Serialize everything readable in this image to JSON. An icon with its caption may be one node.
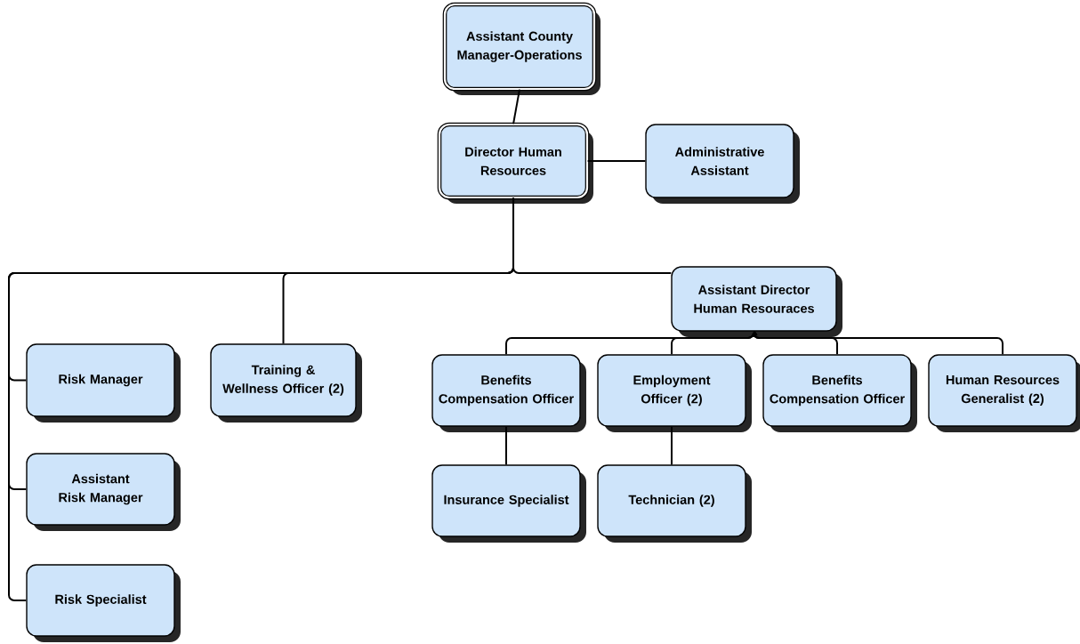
{
  "diagram": {
    "nodes": [
      {
        "text": [
          "Assistant County Manager-Operations"
        ]
      },
      {
        "text": [
          "Director Human Resources"
        ]
      },
      {
        "text": [
          "Administrative Assistant"
        ]
      },
      {
        "text": [
          "Assistant Director Human Resouraces"
        ]
      },
      {
        "text": [
          "Risk Manager"
        ]
      },
      {
        "text": [
          "Assistant Risk Manager"
        ]
      },
      {
        "text": [
          "Risk Specialist"
        ]
      },
      {
        "text": [
          "Training & Wellness Officer (2)"
        ]
      },
      {
        "text": [
          "Benefits Compensation Officer"
        ]
      },
      {
        "text": [
          "Employment Officer (2)"
        ]
      },
      {
        "text": [
          "Benefits Compensation Officer"
        ]
      },
      {
        "text": [
          "Human Resources Generalist (2)"
        ]
      },
      {
        "text": [
          "Insurance Specialist"
        ]
      },
      {
        "text": [
          "Technician (2)"
        ]
      }
    ],
    "edges": [
      {
        "from": 0,
        "to": 1,
        "arrow": "none"
      },
      {
        "from": 1,
        "to": 2,
        "arrow": "none"
      },
      {
        "from": 1,
        "to": 3,
        "arrow": "none"
      },
      {
        "from": 1,
        "to": 4,
        "arrow": "none"
      },
      {
        "from": 1,
        "to": 5,
        "arrow": "none"
      },
      {
        "from": 1,
        "to": 6,
        "arrow": "none"
      },
      {
        "from": 1,
        "to": 7,
        "arrow": "none"
      },
      {
        "from": 3,
        "to": 8,
        "arrow": "none"
      },
      {
        "from": 3,
        "to": 9,
        "arrow": "none"
      },
      {
        "from": 3,
        "to": 10,
        "arrow": "none"
      },
      {
        "from": 3,
        "to": 11,
        "arrow": "none"
      },
      {
        "from": 8,
        "to": 12,
        "arrow": "none"
      },
      {
        "from": 9,
        "to": 13,
        "arrow": "none"
      }
    ]
  }
}
